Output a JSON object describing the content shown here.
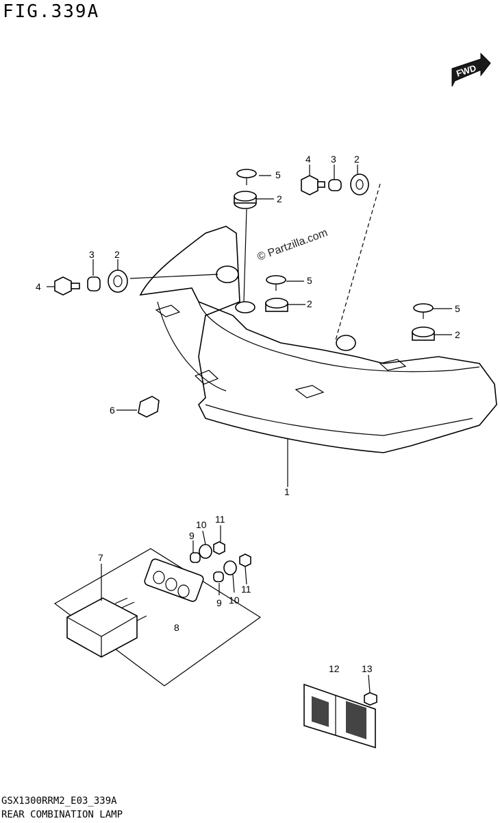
{
  "header": {
    "fig_title": "FIG.339A"
  },
  "fwd_label": "FWD",
  "watermark": "© Partzilla.com",
  "footer": {
    "model_code": "GSX1300RRM2_E03_339A",
    "section_name": "REAR COMBINATION LAMP"
  },
  "callouts": {
    "c1": "1",
    "c2a": "2",
    "c2b": "2",
    "c2c": "2",
    "c2d": "2",
    "c2e": "2",
    "c3a": "3",
    "c3b": "3",
    "c4a": "4",
    "c4b": "4",
    "c5a": "5",
    "c5b": "5",
    "c5c": "5",
    "c6": "6",
    "c7": "7",
    "c8": "8",
    "c9a": "9",
    "c9b": "9",
    "c10a": "10",
    "c10b": "10",
    "c11a": "11",
    "c11b": "11",
    "c12": "12",
    "c13": "13"
  }
}
